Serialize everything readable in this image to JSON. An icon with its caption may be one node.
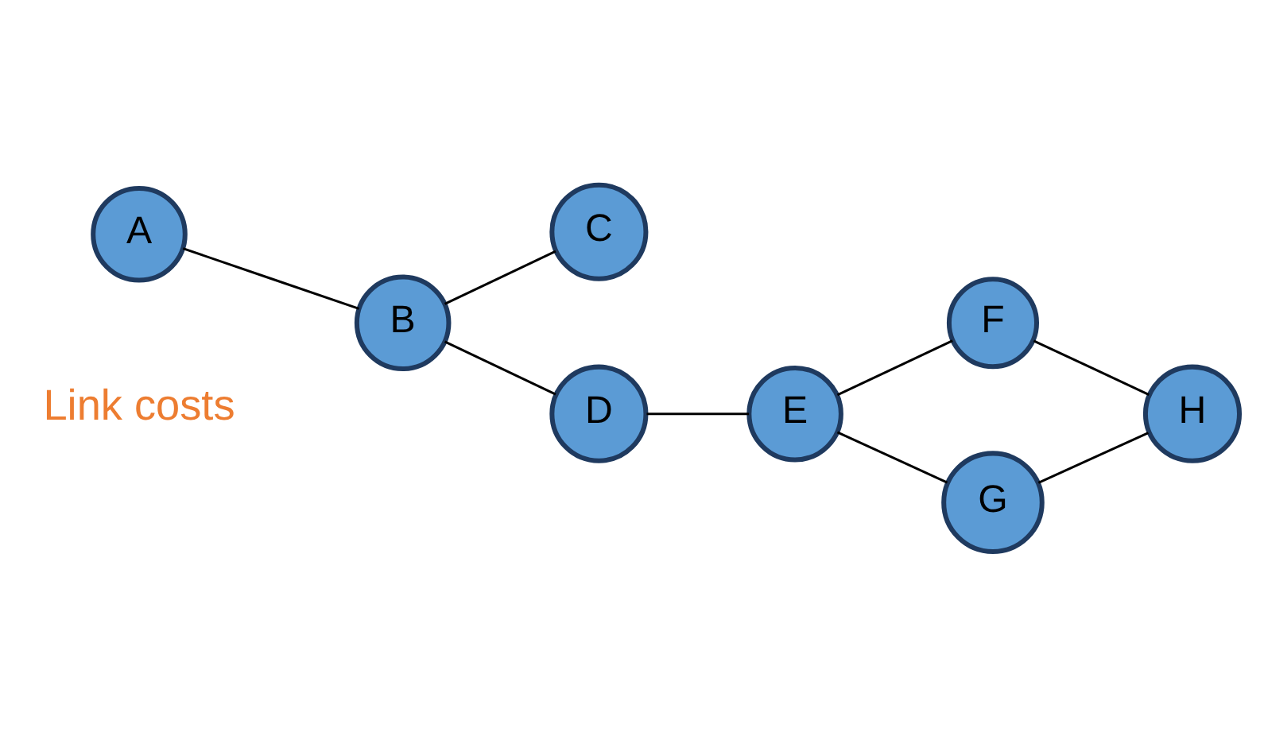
{
  "diagram": {
    "nodes": [
      {
        "text": [
          "A"
        ]
      },
      {
        "text": [
          "B"
        ]
      },
      {
        "text": [
          "C"
        ]
      },
      {
        "text": [
          "D"
        ]
      },
      {
        "text": [
          "E"
        ]
      },
      {
        "text": [
          "F"
        ]
      },
      {
        "text": [
          "G"
        ]
      },
      {
        "text": [
          "H"
        ]
      }
    ],
    "edges": [
      {
        "from": 0,
        "to": 1,
        "arrow": "none"
      },
      {
        "from": 1,
        "to": 2,
        "arrow": "none"
      },
      {
        "from": 1,
        "to": 3,
        "arrow": "none"
      },
      {
        "from": 3,
        "to": 4,
        "arrow": "none"
      },
      {
        "from": 4,
        "to": 5,
        "arrow": "none"
      },
      {
        "from": 4,
        "to": 6,
        "arrow": "none"
      },
      {
        "from": 5,
        "to": 7,
        "arrow": "none"
      },
      {
        "from": 6,
        "to": 7,
        "arrow": "none"
      }
    ],
    "labels": [
      "Link costs"
    ]
  }
}
